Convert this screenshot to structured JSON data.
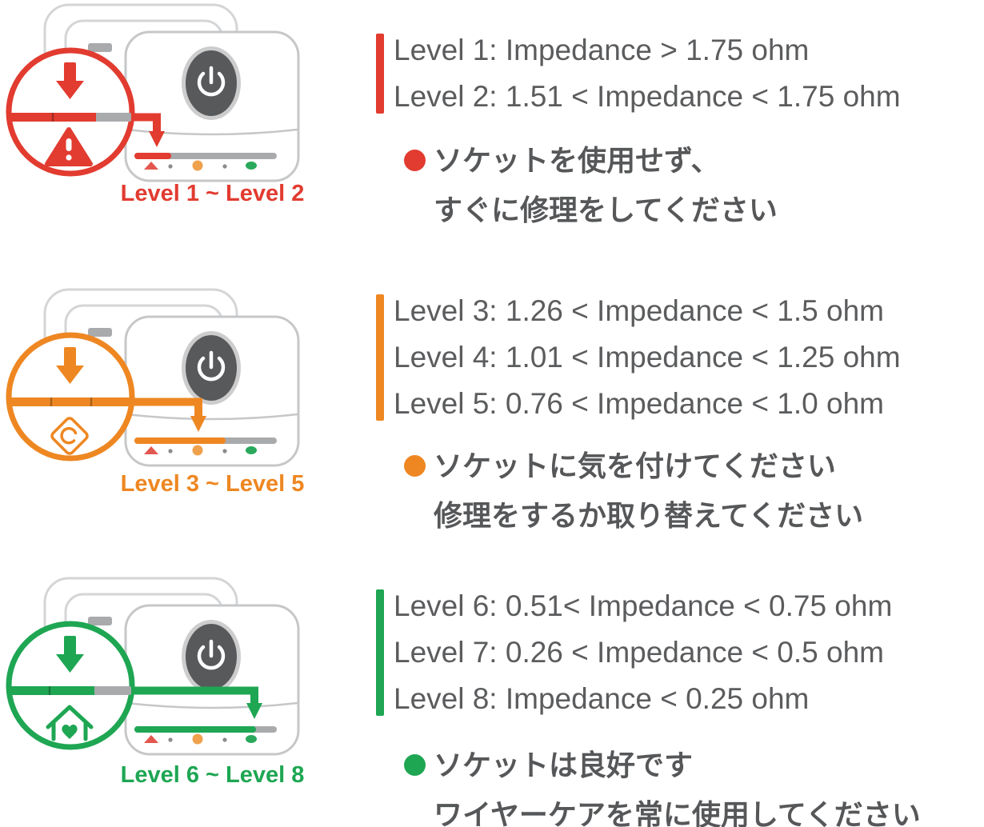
{
  "palette": {
    "level-text": "#5b5c5e",
    "text-dark": "#565759",
    "device-outline": "#c6c7c9",
    "back-outline": "#d4d5d7",
    "strip-gray": "#a9aaac",
    "button-gray": "#58595b",
    "dot-gray": "#8a8b8d",
    "led-red": "#e2574e",
    "led-orange": "#f0a14d",
    "led-green": "#2aa95c"
  },
  "rows": [
    {
      "id": "critical",
      "color": "#e23b30",
      "caption": "Level 1 ~ Level 2",
      "levels": [
        "Level 1: Impedance > 1.75 ohm",
        "Level 2: 1.51 < Impedance < 1.75 ohm"
      ],
      "advice": [
        "ソケットを使用せず、",
        "すぐに修理をしてください"
      ]
    },
    {
      "id": "warning",
      "color": "#ee8722",
      "caption": "Level 3 ~ Level 5",
      "levels": [
        "Level 3: 1.26 < Impedance < 1.5 ohm",
        "Level 4: 1.01 < Impedance < 1.25 ohm",
        "Level 5: 0.76 < Impedance < 1.0 ohm"
      ],
      "advice": [
        "ソケットに気を付けてください",
        "修理をするか取り替えてください"
      ]
    },
    {
      "id": "good",
      "color": "#1ea653",
      "caption": "Level 6 ~ Level 8",
      "levels": [
        "Level 6: 0.51< Impedance < 0.75 ohm",
        "Level 7: 0.26 < Impedance < 0.5 ohm",
        "Level 8: Impedance < 0.25 ohm"
      ],
      "advice": [
        "ソケットは良好です",
        "ワイヤーケアを常に使用してください"
      ]
    }
  ]
}
